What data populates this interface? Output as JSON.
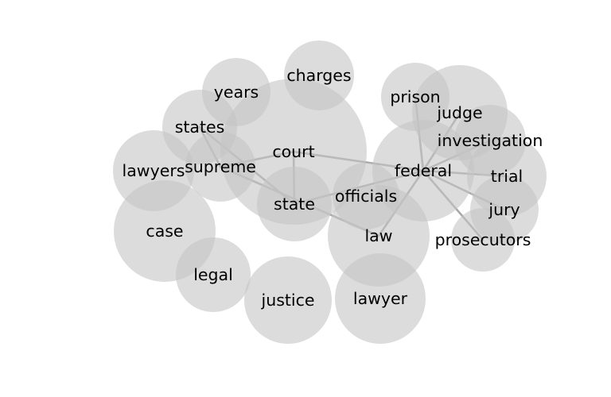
{
  "graph": {
    "nodes": [
      {
        "id": "court",
        "label": "court"
      },
      {
        "id": "federal",
        "label": "federal"
      },
      {
        "id": "law",
        "label": "law"
      },
      {
        "id": "case",
        "label": "case"
      },
      {
        "id": "judge",
        "label": "judge"
      },
      {
        "id": "lawyer",
        "label": "lawyer"
      },
      {
        "id": "justice",
        "label": "justice"
      },
      {
        "id": "lawyers",
        "label": "lawyers"
      },
      {
        "id": "state",
        "label": "state"
      },
      {
        "id": "investigation",
        "label": "investigation"
      },
      {
        "id": "legal",
        "label": "legal"
      },
      {
        "id": "states",
        "label": "states"
      },
      {
        "id": "charges",
        "label": "charges"
      },
      {
        "id": "supreme",
        "label": "supreme"
      },
      {
        "id": "officials",
        "label": "officials"
      },
      {
        "id": "trial",
        "label": "trial"
      },
      {
        "id": "prison",
        "label": "prison"
      },
      {
        "id": "jury",
        "label": "jury"
      },
      {
        "id": "years",
        "label": "years"
      },
      {
        "id": "prosecutors",
        "label": "prosecutors"
      }
    ],
    "edges": [
      [
        "court",
        "supreme"
      ],
      [
        "court",
        "state"
      ],
      [
        "court",
        "federal"
      ],
      [
        "states",
        "supreme"
      ],
      [
        "states",
        "state"
      ],
      [
        "state",
        "federal"
      ],
      [
        "law",
        "federal"
      ],
      [
        "supreme",
        "law"
      ],
      [
        "federal",
        "prison"
      ],
      [
        "federal",
        "judge"
      ],
      [
        "federal",
        "investigation"
      ],
      [
        "federal",
        "jury"
      ],
      [
        "federal",
        "prosecutors"
      ],
      [
        "federal",
        "trial"
      ]
    ]
  }
}
